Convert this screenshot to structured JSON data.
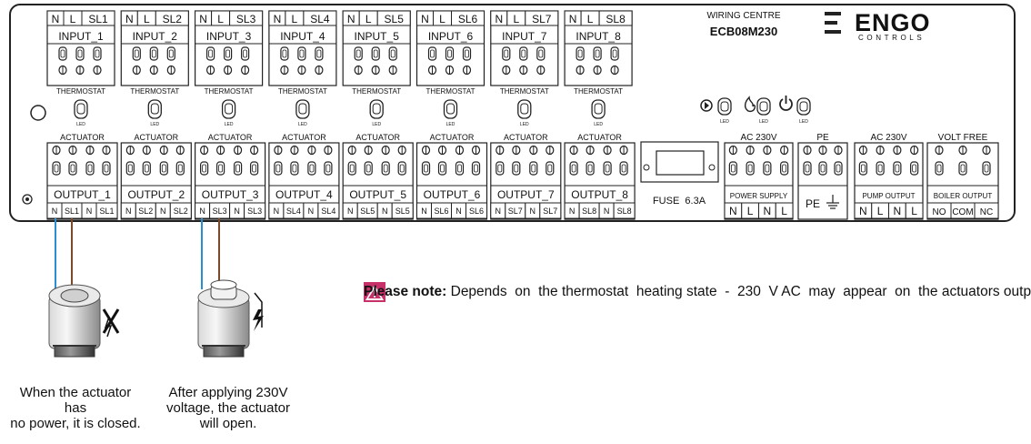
{
  "device": {
    "title": "WIRING CENTRE",
    "model": "ECB08M230",
    "brand": "ENGO",
    "brand_sub": "CONTROLS"
  },
  "inputs": [
    {
      "name": "INPUT_1",
      "pins": [
        "N",
        "L",
        "SL1"
      ]
    },
    {
      "name": "INPUT_2",
      "pins": [
        "N",
        "L",
        "SL2"
      ]
    },
    {
      "name": "INPUT_3",
      "pins": [
        "N",
        "L",
        "SL3"
      ]
    },
    {
      "name": "INPUT_4",
      "pins": [
        "N",
        "L",
        "SL4"
      ]
    },
    {
      "name": "INPUT_5",
      "pins": [
        "N",
        "L",
        "SL5"
      ]
    },
    {
      "name": "INPUT_6",
      "pins": [
        "N",
        "L",
        "SL6"
      ]
    },
    {
      "name": "INPUT_7",
      "pins": [
        "N",
        "L",
        "SL7"
      ]
    },
    {
      "name": "INPUT_8",
      "pins": [
        "N",
        "L",
        "SL8"
      ]
    }
  ],
  "thermostat_label": "THERMOSTAT",
  "actuator_label": "ACTUATOR",
  "led_label": "LED",
  "outputs": [
    {
      "name": "OUTPUT_1",
      "pins": [
        "N",
        "SL1",
        "N",
        "SL1"
      ]
    },
    {
      "name": "OUTPUT_2",
      "pins": [
        "N",
        "SL2",
        "N",
        "SL2"
      ]
    },
    {
      "name": "OUTPUT_3",
      "pins": [
        "N",
        "SL3",
        "N",
        "SL3"
      ]
    },
    {
      "name": "OUTPUT_4",
      "pins": [
        "N",
        "SL4",
        "N",
        "SL4"
      ]
    },
    {
      "name": "OUTPUT_5",
      "pins": [
        "N",
        "SL5",
        "N",
        "SL5"
      ]
    },
    {
      "name": "OUTPUT_6",
      "pins": [
        "N",
        "SL6",
        "N",
        "SL6"
      ]
    },
    {
      "name": "OUTPUT_7",
      "pins": [
        "N",
        "SL7",
        "N",
        "SL7"
      ]
    },
    {
      "name": "OUTPUT_8",
      "pins": [
        "N",
        "SL8",
        "N",
        "SL8"
      ]
    }
  ],
  "fuse": "FUSE  6.3A",
  "power_supply": {
    "top": "AC 230V",
    "label": "POWER SUPPLY",
    "pins": [
      "N",
      "L",
      "N",
      "L"
    ]
  },
  "pe": {
    "top": "PE",
    "label": "PE"
  },
  "pump_output": {
    "top": "AC 230V",
    "label": "PUMP OUTPUT",
    "pins": [
      "N",
      "L",
      "N",
      "L"
    ]
  },
  "boiler_output": {
    "top": "VOLT FREE",
    "label": "BOILER OUTPUT",
    "pins": [
      "NO",
      "COM",
      "NC"
    ]
  },
  "note": {
    "bold": "Please note:",
    "text": " Depends  on  the thermostat  heating state  -  230  V AC  may  appear  on  the actuators output."
  },
  "captions": {
    "closed": [
      "When the actuator has",
      "no power, it is closed."
    ],
    "open": [
      "After applying 230V",
      "voltage, the actuator",
      "will open."
    ]
  },
  "colors": {
    "n_wire": "#2a8fd0",
    "l_wire": "#7a4a2a",
    "warning": "#c8306a"
  }
}
